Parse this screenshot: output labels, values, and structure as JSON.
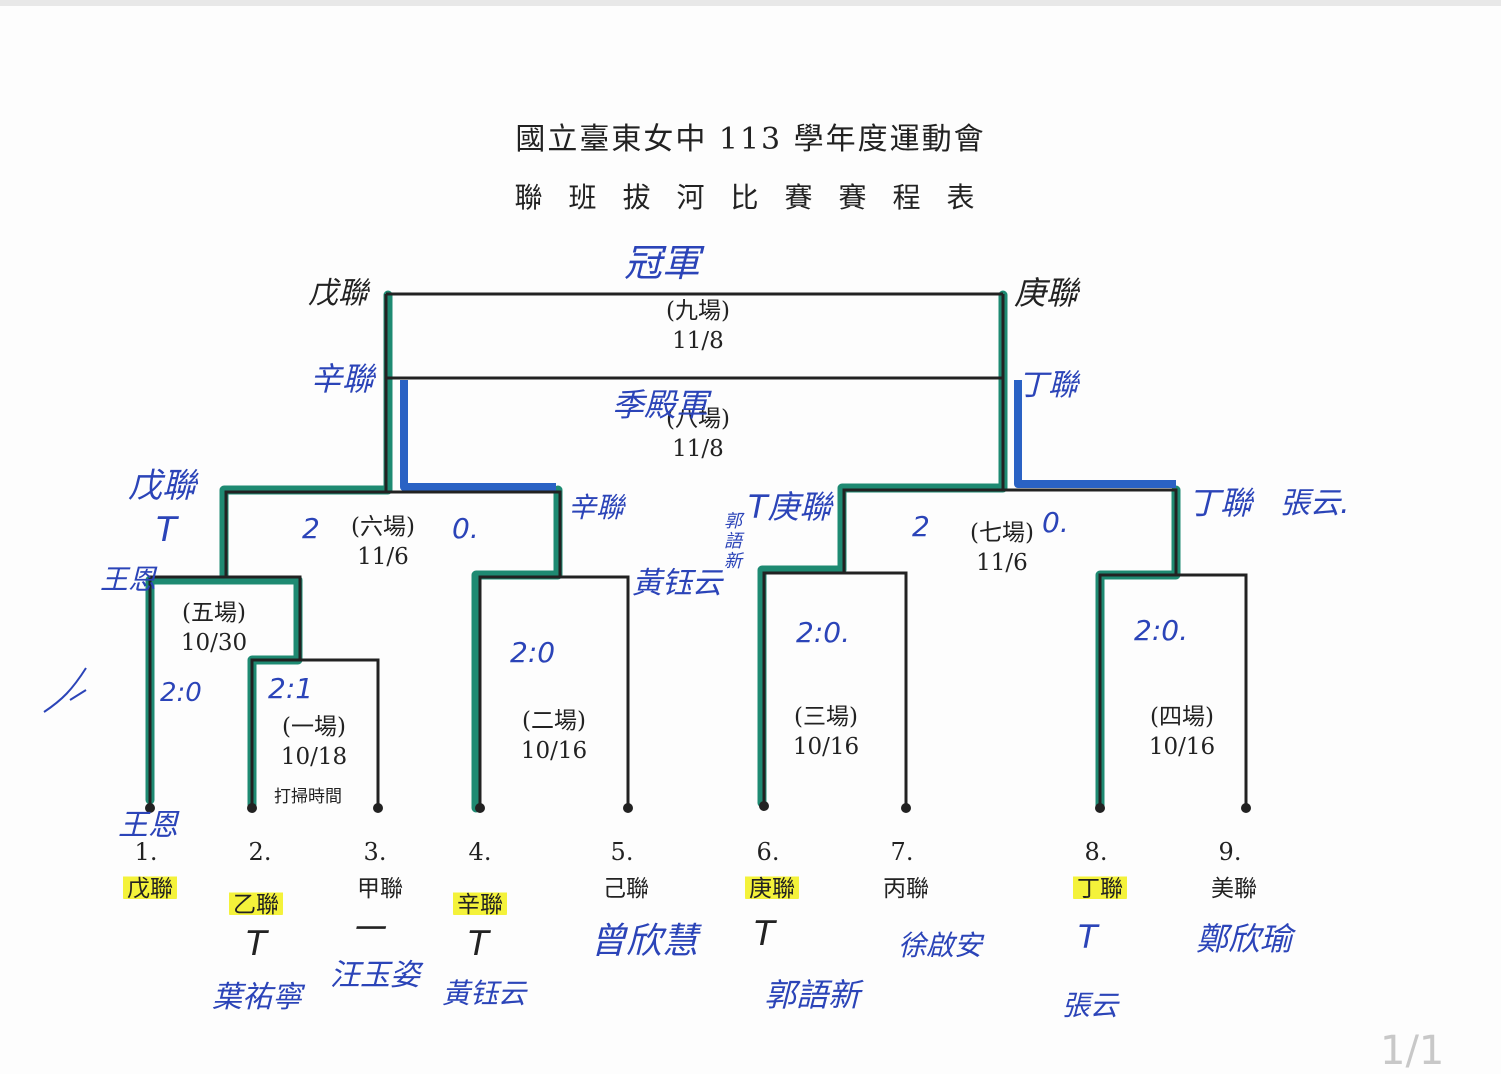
{
  "header": {
    "title": "國立臺東女中 113 學年度運動會",
    "subtitle": "聯班拔河比賽賽程表"
  },
  "matches": {
    "m1": {
      "label": "(一場)",
      "date": "10/18",
      "note": "打掃時間"
    },
    "m2": {
      "label": "(二場)",
      "date": "10/16"
    },
    "m3": {
      "label": "(三場)",
      "date": "10/16"
    },
    "m4": {
      "label": "(四場)",
      "date": "10/16"
    },
    "m5": {
      "label": "(五場)",
      "date": "10/30"
    },
    "m6": {
      "label": "(六場)",
      "date": "11/6"
    },
    "m7": {
      "label": "(七場)",
      "date": "11/6"
    },
    "m8": {
      "label": "(八場)",
      "date": "11/8"
    },
    "m9": {
      "label": "(九場)",
      "date": "11/8"
    }
  },
  "slots": [
    {
      "number": "1.",
      "team": "戊聯",
      "winner": true,
      "handwritten_captain": "王恩"
    },
    {
      "number": "2.",
      "team": "乙聯",
      "winner": true,
      "handwritten_t": "T",
      "handwritten_captain": "葉祐寧"
    },
    {
      "number": "3.",
      "team": "甲聯",
      "winner": false,
      "handwritten_t": "一",
      "handwritten_captain": "汪玉姿"
    },
    {
      "number": "4.",
      "team": "辛聯",
      "winner": true,
      "handwritten_t": "T",
      "handwritten_captain": "黃钰云"
    },
    {
      "number": "5.",
      "team": "己聯",
      "winner": false,
      "handwritten_captain": "曾欣慧"
    },
    {
      "number": "6.",
      "team": "庚聯",
      "winner": true,
      "handwritten_t": "T",
      "handwritten_captain": "郭語新"
    },
    {
      "number": "7.",
      "team": "丙聯",
      "winner": false,
      "handwritten_captain": "徐啟安"
    },
    {
      "number": "8.",
      "team": "丁聯",
      "winner": true,
      "handwritten_t": "T",
      "handwritten_captain": "張云"
    },
    {
      "number": "9.",
      "team": "美聯",
      "winner": false,
      "handwritten_captain": "鄭欣瑜"
    }
  ],
  "handwriting": {
    "champion": "冠軍",
    "runner_up": "季殿軍",
    "final_left": "戊聯",
    "final_right": "庚聯",
    "third_left": "辛聯",
    "third_right": "丁聯",
    "semi_left_winner": "戊聯",
    "semi_left_t": "T",
    "semi_left_name": "王恩",
    "m6_score_left": "2",
    "m6_score_right": "0.",
    "m6_right_team": "辛聯",
    "m2_name": "黃钰云",
    "m7_left_team": "T庚聯",
    "m7_left_name": "郭語新",
    "m7_score_left": "2",
    "m7_score_right": "0.",
    "m7_right_team": "丁聯",
    "m7_right_name": "張云.",
    "m5_score": "2:0",
    "m1_score": "2:1",
    "m2_score": "2:0",
    "m3_score": "2:0.",
    "m4_score": "2:0."
  },
  "pager": "1/1",
  "colors": {
    "green": "#1e8a72",
    "blue": "#2a62c4",
    "ink": "#2b44b8",
    "highlight": "#f4f23a"
  }
}
